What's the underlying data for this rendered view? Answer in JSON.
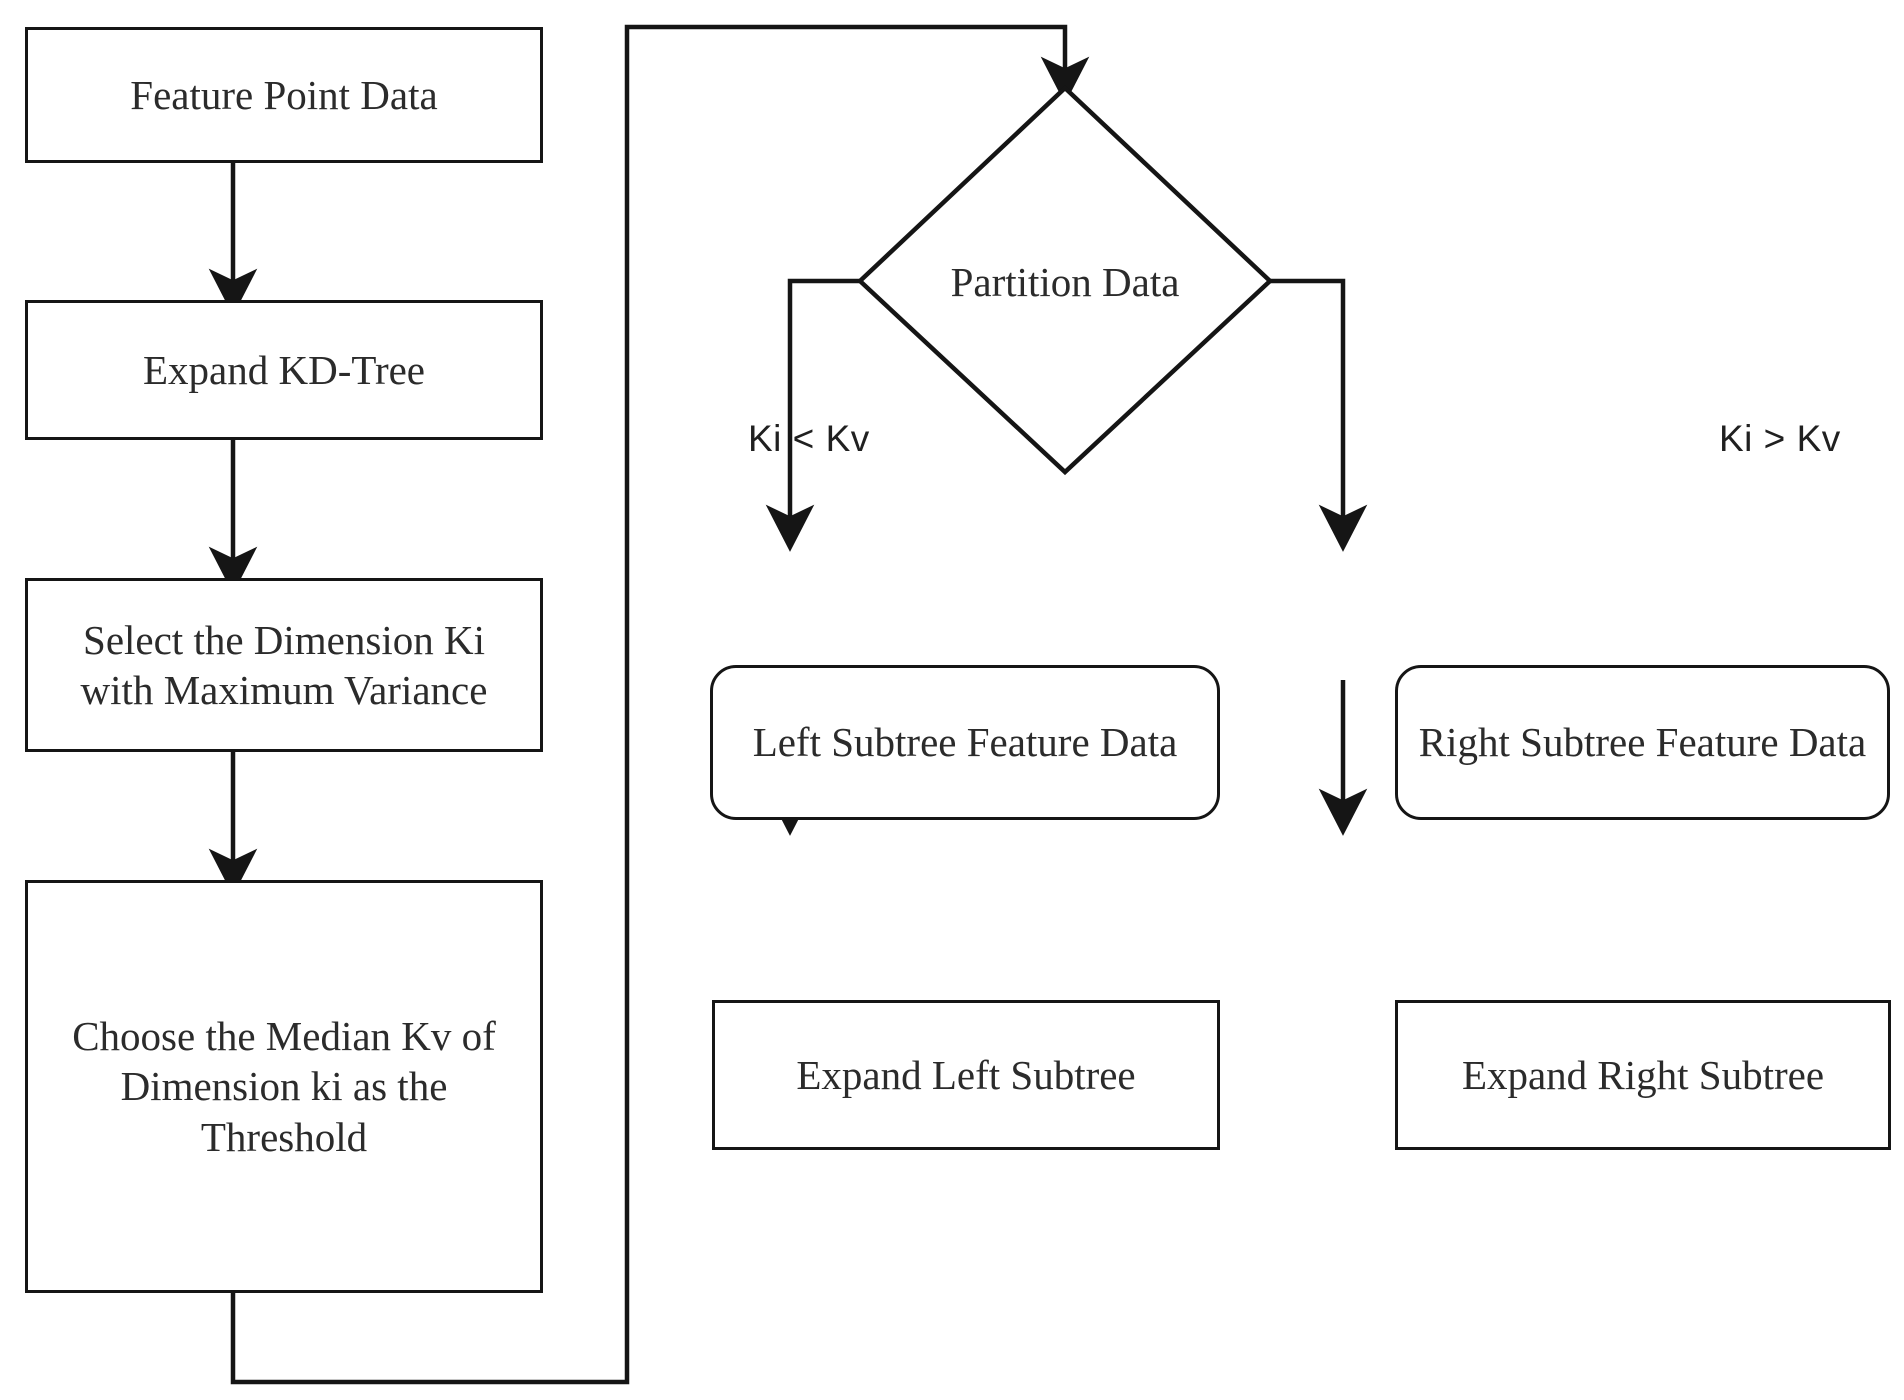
{
  "diagram": {
    "title": "KD-Tree Construction Flowchart",
    "stroke_color": "#151515",
    "text_color": "#2b2b2b",
    "background_color": "#ffffff"
  },
  "nodes": {
    "feature_point_data": {
      "label": "Feature Point Data",
      "shape": "rectangle"
    },
    "expand_kd_tree": {
      "label": "Expand KD-Tree",
      "shape": "rectangle"
    },
    "select_dimension": {
      "label": "Select the Dimension Ki with Maximum Variance",
      "shape": "rectangle"
    },
    "choose_median": {
      "label": "Choose the Median Kv of Dimension ki as the Threshold",
      "shape": "rectangle"
    },
    "partition_data": {
      "label": "Partition Data",
      "shape": "diamond"
    },
    "left_subtree_data": {
      "label": "Left Subtree Feature Data",
      "shape": "rounded-rectangle"
    },
    "right_subtree_data": {
      "label": "Right Subtree Feature Data",
      "shape": "rounded-rectangle"
    },
    "expand_left_subtree": {
      "label": "Expand Left Subtree",
      "shape": "rectangle"
    },
    "expand_right_subtree": {
      "label": "Expand Right Subtree",
      "shape": "rectangle"
    }
  },
  "edge_labels": {
    "left_branch": "Ki < Kv",
    "right_branch": "Ki > Kv"
  },
  "edges": [
    {
      "from": "feature_point_data",
      "to": "expand_kd_tree",
      "label": ""
    },
    {
      "from": "expand_kd_tree",
      "to": "select_dimension",
      "label": ""
    },
    {
      "from": "select_dimension",
      "to": "choose_median",
      "label": ""
    },
    {
      "from": "choose_median",
      "to": "partition_data",
      "label": ""
    },
    {
      "from": "partition_data",
      "to": "left_subtree_data",
      "label": "Ki < Kv"
    },
    {
      "from": "partition_data",
      "to": "right_subtree_data",
      "label": "Ki > Kv"
    },
    {
      "from": "left_subtree_data",
      "to": "expand_left_subtree",
      "label": ""
    },
    {
      "from": "right_subtree_data",
      "to": "expand_right_subtree",
      "label": ""
    }
  ]
}
